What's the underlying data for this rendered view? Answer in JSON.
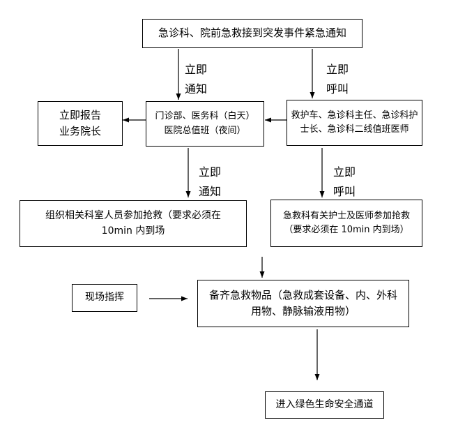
{
  "nodes": {
    "notify": {
      "lines": [
        "急诊科、院前急救接到突发事件紧急通知"
      ]
    },
    "vice_president": {
      "lines": [
        "立即报告",
        "业务院长"
      ]
    },
    "office": {
      "lines": [
        "门诊部、医务科（白天）",
        "医院总值班（夜间）"
      ]
    },
    "ambulance_staff": {
      "lines": [
        "救护车、急诊科主任、急诊科护",
        "士长、急诊科二线值班医师"
      ]
    },
    "organize": {
      "lines": [
        "组织相关科室人员参加抢救（要求必须在",
        "10min 内到场"
      ]
    },
    "er_staff": {
      "lines": [
        "急救科有关护士及医师参加抢救",
        "（要求必须在 10min 内到场）"
      ]
    },
    "onsite": {
      "lines": [
        "现场指挥"
      ]
    },
    "supplies": {
      "lines": [
        "备齐急救物品（急救成套设备、内、外科",
        "用物、静脉输液用物）"
      ]
    },
    "green_channel": {
      "lines": [
        "进入绿色生命安全通道"
      ]
    }
  },
  "edge_labels": {
    "notify_to_office": [
      "立即",
      "通知"
    ],
    "notify_to_staff": [
      "立即",
      "呼叫"
    ],
    "office_to_organize": [
      "立即",
      "通知"
    ],
    "staff_to_er": [
      "立即",
      "呼叫"
    ]
  }
}
